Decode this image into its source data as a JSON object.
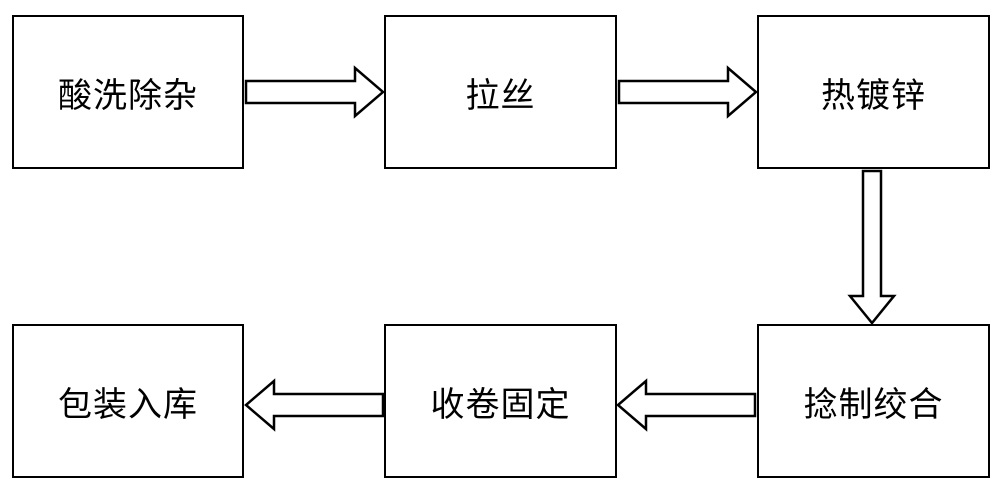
{
  "steps": [
    {
      "id": "s1",
      "label": "酸洗除杂"
    },
    {
      "id": "s2",
      "label": "拉丝"
    },
    {
      "id": "s3",
      "label": "热镀锌"
    },
    {
      "id": "s4",
      "label": "捻制绞合"
    },
    {
      "id": "s5",
      "label": "收卷固定"
    },
    {
      "id": "s6",
      "label": "包装入库"
    }
  ],
  "flow": [
    {
      "from": "s1",
      "to": "s2",
      "direction": "right"
    },
    {
      "from": "s2",
      "to": "s3",
      "direction": "right"
    },
    {
      "from": "s3",
      "to": "s4",
      "direction": "down"
    },
    {
      "from": "s4",
      "to": "s5",
      "direction": "left"
    },
    {
      "from": "s5",
      "to": "s6",
      "direction": "left"
    }
  ],
  "colors": {
    "stroke": "#000000",
    "fill": "#ffffff",
    "text": "#000000"
  }
}
